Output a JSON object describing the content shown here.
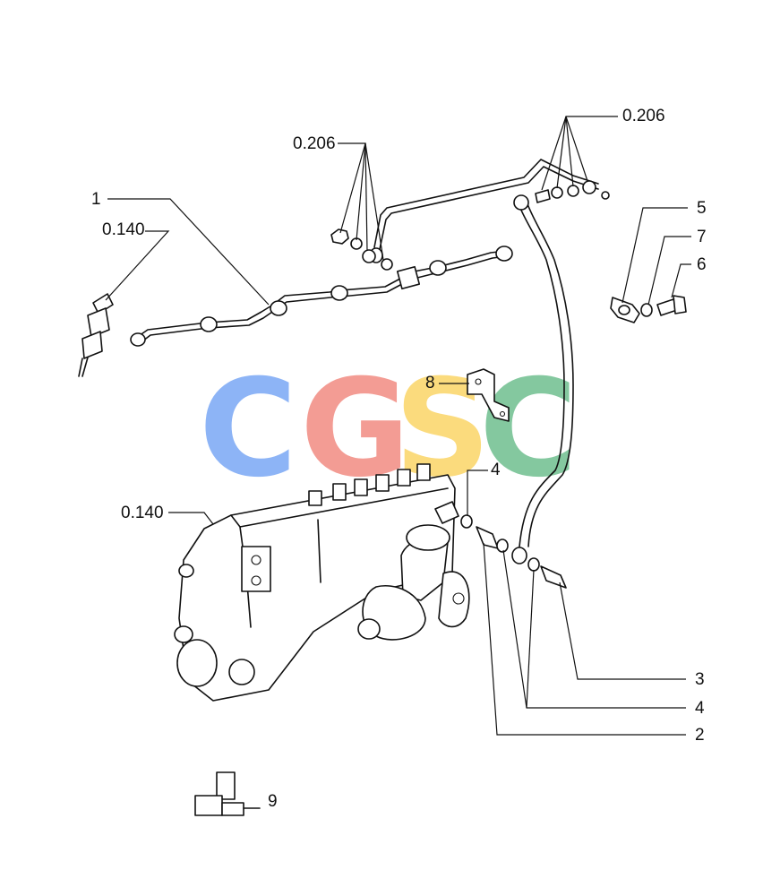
{
  "labels": {
    "l0206_left": "0.206",
    "l0206_right": "0.206",
    "l1": "1",
    "l0140_top": "0.140",
    "l5": "5",
    "l7": "7",
    "l6": "6",
    "l8": "8",
    "l4_top": "4",
    "l0140_mid": "0.140",
    "l3": "3",
    "l4_bottom": "4",
    "l2": "2",
    "l9": "9"
  },
  "watermark": {
    "letters": [
      "C",
      "G",
      "S",
      "C"
    ],
    "colors": [
      "#7aa7f5",
      "#f28b82",
      "#fbd567",
      "#6fbf8f"
    ]
  }
}
